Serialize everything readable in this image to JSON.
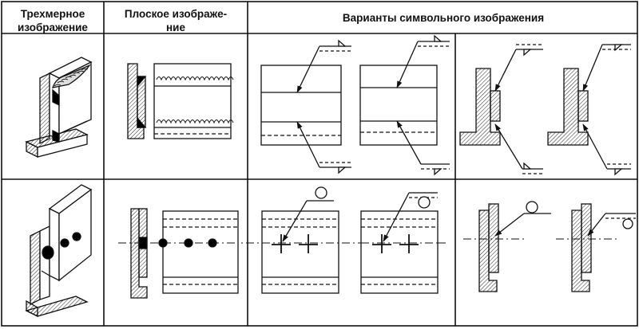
{
  "table": {
    "headers": {
      "col1": {
        "line1": "Трехмерное",
        "line2": "изображение"
      },
      "col2": {
        "line1": "Плоское изображе-",
        "line2": "ние"
      },
      "col3": {
        "line1": "Варианты символьного изображения"
      }
    },
    "rows": [
      {
        "name": "fillet-weld-row",
        "weld_type": "fillet"
      },
      {
        "name": "spot-weld-row",
        "weld_type": "spot"
      }
    ]
  },
  "colors": {
    "ink": "#111111",
    "fill": "#000000",
    "background": "#ffffff"
  },
  "icons": [
    "hatch-pattern",
    "weld-fillet-symbol",
    "spot-weld-circle-symbol",
    "arrow-leader"
  ]
}
